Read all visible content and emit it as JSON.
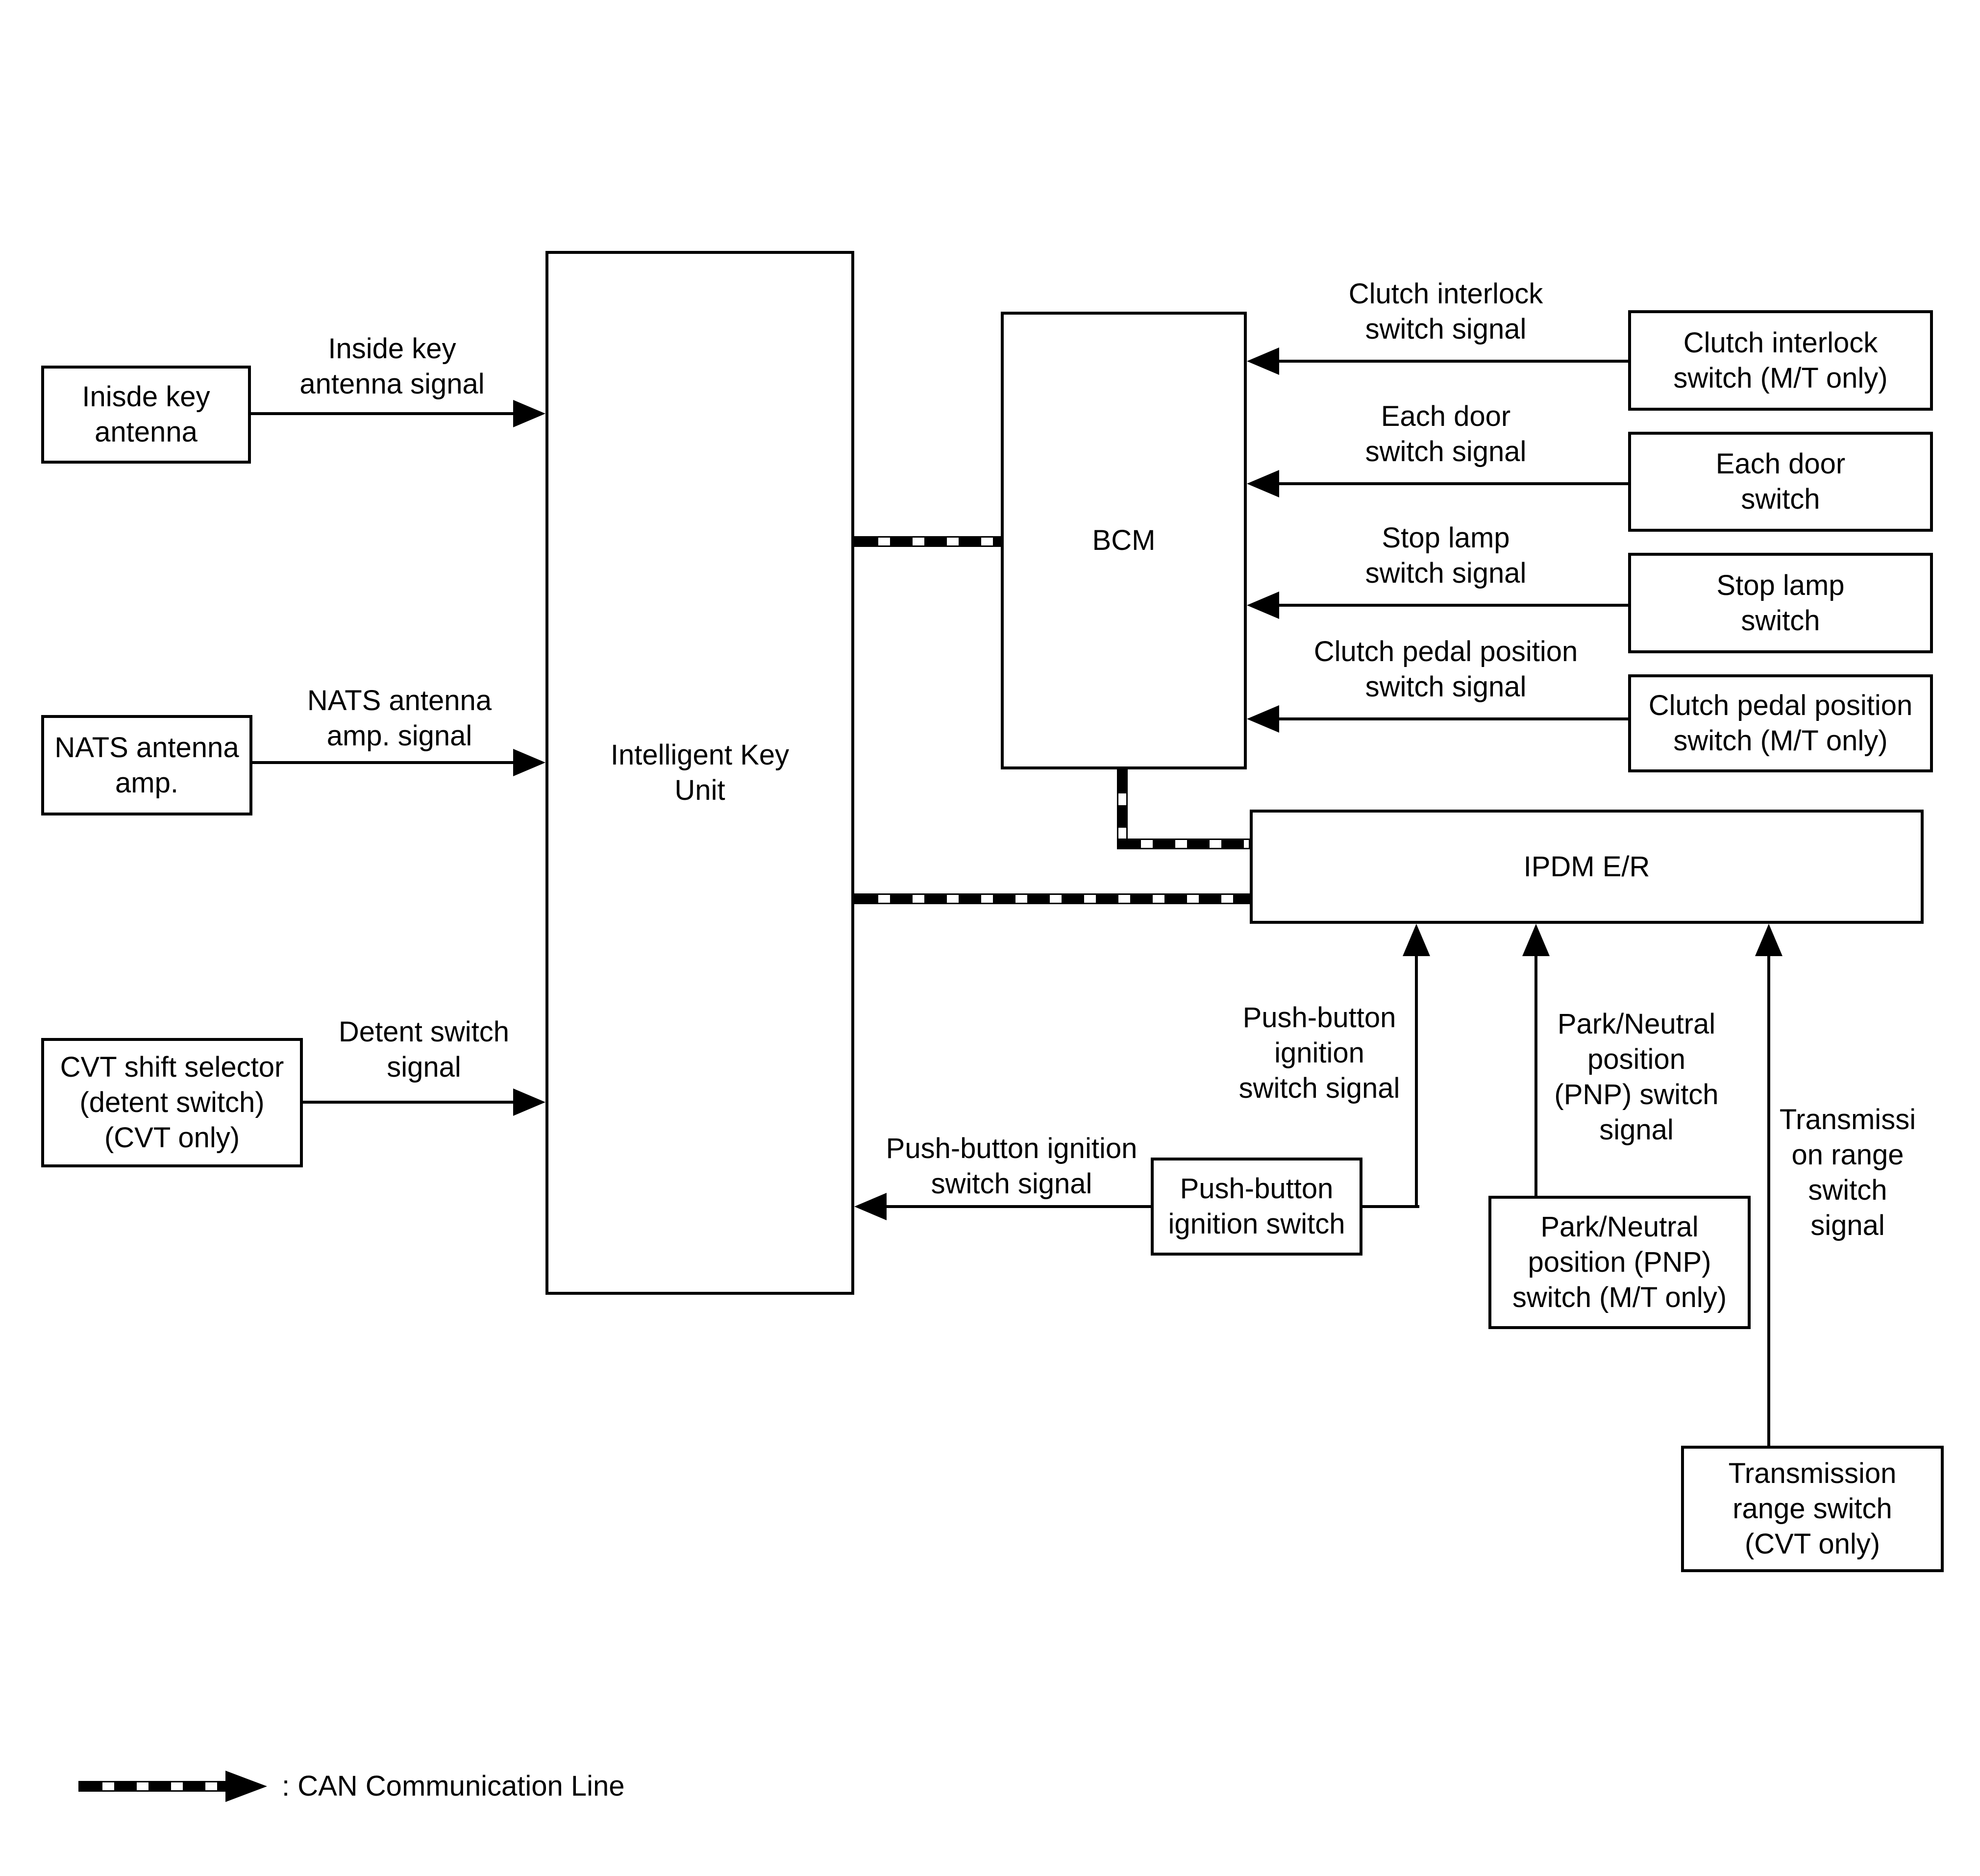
{
  "nodes": {
    "inside_key_antenna": "Inisde key\nantenna",
    "nats_antenna_amp": "NATS antenna\namp.",
    "cvt_shift_selector": "CVT shift selector\n(detent switch)\n(CVT only)",
    "intelligent_key_unit": "Intelligent Key\nUnit",
    "bcm": "BCM",
    "ipdm": "IPDM E/R",
    "clutch_interlock_switch": "Clutch interlock\nswitch (M/T only)",
    "each_door_switch": "Each door\nswitch",
    "stop_lamp_switch": "Stop lamp\nswitch",
    "clutch_pedal_position_switch": "Clutch pedal position\nswitch (M/T only)",
    "push_button_ignition_switch": "Push-button\nignition switch",
    "pnp_switch": "Park/Neutral\nposition (PNP)\nswitch (M/T only)",
    "transmission_range_switch": "Transmission\nrange switch\n(CVT only)"
  },
  "signals": {
    "inside_key": "Inside key\nantenna signal",
    "nats": "NATS antenna\namp. signal",
    "detent": "Detent switch\nsignal",
    "clutch_interlock": "Clutch interlock\nswitch signal",
    "each_door": "Each door\nswitch signal",
    "stop_lamp": "Stop lamp\nswitch signal",
    "clutch_pedal": "Clutch pedal position\nswitch signal",
    "push_button_to_iku": "Push-button ignition\nswitch signal",
    "push_button_to_ipdm": "Push-button\nignition\nswitch signal",
    "pnp": "Park/Neutral\nposition\n(PNP) switch\nsignal",
    "transmission": "Transmissi\non range\nswitch\nsignal"
  },
  "legend": {
    "can_line_label": ": CAN Communication Line"
  },
  "colors": {
    "line": "#000000",
    "background": "#ffffff"
  }
}
